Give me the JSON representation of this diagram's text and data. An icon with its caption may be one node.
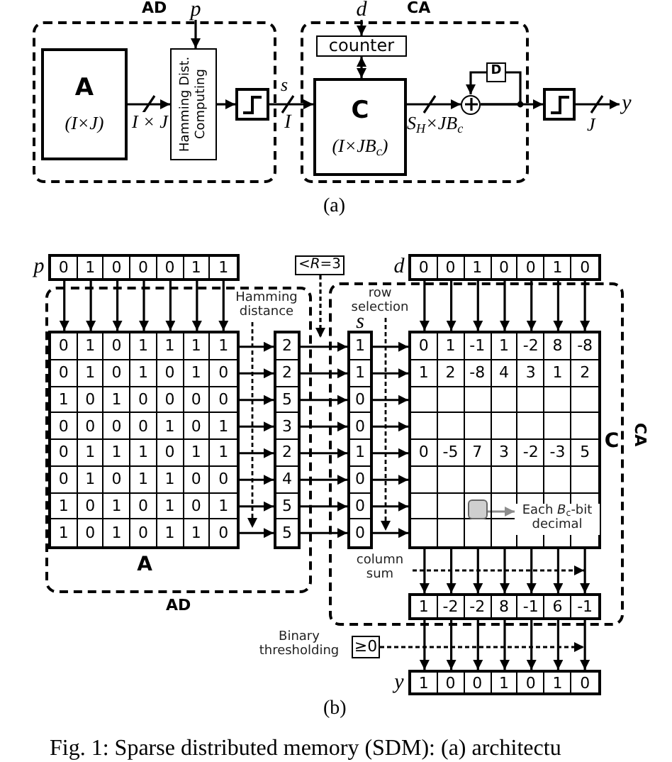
{
  "diagram": {
    "caption": "Fig. 1: Sparse distributed memory (SDM): (a) architectu",
    "nodes": [
      {
        "text": [
          "AD"
        ]
      },
      {
        "text": [
          "A",
          "(I×J)"
        ],
        "in": 0
      },
      {
        "text": [
          "Hamming Dist. Computing"
        ],
        "in": 0
      },
      {
        "text": [],
        "shape": "box",
        "in": 0
      },
      {
        "text": [
          "p"
        ]
      },
      {
        "text": [
          "CA"
        ]
      },
      {
        "text": [
          "counter"
        ],
        "in": 5
      },
      {
        "text": [
          "C",
          "(I×JB$_{c}$)"
        ],
        "in": 5
      },
      {
        "text": [],
        "shape": "circle",
        "in": 5
      },
      {
        "text": [
          "D"
        ],
        "in": 5
      },
      {
        "text": [
          "d"
        ]
      },
      {
        "text": [],
        "shape": "box"
      },
      {
        "text": [
          "y"
        ]
      },
      {
        "text": [
          "0",
          "1",
          "0",
          "0",
          "0",
          "1",
          "1"
        ],
        "beside": [
          "p"
        ]
      },
      {
        "text": [
          "<*R*=3"
        ]
      },
      {
        "text": [
          "0",
          "0",
          "1",
          "0",
          "0",
          "1",
          "0"
        ],
        "beside": [
          "d"
        ]
      },
      {
        "text": [
          "AD"
        ]
      },
      {
        "text": [
          "0",
          "1",
          "0",
          "1",
          "1",
          "1",
          "1",
          "0",
          "1",
          "0",
          "1",
          "0",
          "1",
          "0",
          "1",
          "0",
          "1",
          "0",
          "0",
          "0",
          "0",
          "0",
          "0",
          "0",
          "0",
          "1",
          "0",
          "1",
          "0",
          "1",
          "1",
          "1",
          "0",
          "1",
          "1",
          "0",
          "1",
          "0",
          "1",
          "1",
          "0",
          "0",
          "1",
          "0",
          "1",
          "0",
          "1",
          "0",
          "1",
          "1",
          "0",
          "1",
          "0",
          "1",
          "1",
          "0"
        ],
        "beside": [
          "A"
        ],
        "in": 16
      },
      {
        "text": [
          "2",
          "2",
          "5",
          "3",
          "2",
          "4",
          "5",
          "5"
        ],
        "in": 16
      },
      {
        "text": [
          "CA"
        ]
      },
      {
        "text": [
          "1",
          "1",
          "0",
          "0",
          "1",
          "0",
          "0",
          "0"
        ],
        "beside": [
          "s"
        ],
        "in": 19
      },
      {
        "text": [
          "0",
          "1",
          "-1",
          "1",
          "-2",
          "8",
          "-8",
          "1",
          "2",
          "-8",
          "4",
          "3",
          "1",
          "2",
          "0",
          "-5",
          "7",
          "3",
          "-2",
          "-3",
          "5"
        ],
        "beside": [
          "C"
        ],
        "in": 19
      },
      {
        "text": [],
        "shape": "box",
        "in": 21
      },
      {
        "text": [
          "Each *B*$_{c}$-bit decimal"
        ],
        "in": 21
      },
      {
        "text": [
          "1",
          "-2",
          "-2",
          "8",
          "-1",
          "6",
          "-1"
        ],
        "in": 19
      },
      {
        "text": [
          "Binary thresholding"
        ]
      },
      {
        "text": [
          "≥0"
        ]
      },
      {
        "text": [
          "1",
          "0",
          "0",
          "1",
          "0",
          "1",
          "0"
        ],
        "beside": [
          "y"
        ]
      }
    ],
    "edges": [
      {
        "from": 4,
        "to": 2,
        "arrow": "to"
      },
      {
        "from": 1,
        "to": 2,
        "arrow": "to",
        "label": "I × J"
      },
      {
        "from": 2,
        "to": 3,
        "arrow": "to"
      },
      {
        "from": 3,
        "to": 7,
        "arrow": "to",
        "label": "s"
      },
      {
        "from": 10,
        "to": 6,
        "arrow": "to"
      },
      {
        "from": 6,
        "to": 7,
        "arrow": "both"
      },
      {
        "from": 7,
        "to": 8,
        "arrow": "to",
        "label": "S$_{H}$×JB$_{c}$"
      },
      {
        "from": 8,
        "to": 11,
        "arrow": "to"
      },
      {
        "from": 8,
        "to": 9,
        "arrow": "none"
      },
      {
        "from": 9,
        "to": 8,
        "arrow": "to"
      },
      {
        "from": 11,
        "to": 12,
        "arrow": "to",
        "label": "J"
      },
      {
        "from": 13,
        "to": 17,
        "arrow": "to"
      },
      {
        "from": 13,
        "to": 17,
        "arrow": "to"
      },
      {
        "from": 13,
        "to": 17,
        "arrow": "to"
      },
      {
        "from": 13,
        "to": 17,
        "arrow": "to"
      },
      {
        "from": 13,
        "to": 17,
        "arrow": "to"
      },
      {
        "from": 13,
        "to": 17,
        "arrow": "to"
      },
      {
        "from": 13,
        "to": 17,
        "arrow": "to"
      },
      {
        "from": 17,
        "to": 18,
        "arrow": "to"
      },
      {
        "from": 17,
        "to": 18,
        "arrow": "to"
      },
      {
        "from": 17,
        "to": 18,
        "arrow": "to"
      },
      {
        "from": 17,
        "to": 18,
        "arrow": "to"
      },
      {
        "from": 17,
        "to": 18,
        "arrow": "to"
      },
      {
        "from": 17,
        "to": 18,
        "arrow": "to"
      },
      {
        "from": 17,
        "to": 18,
        "arrow": "to"
      },
      {
        "from": 17,
        "to": 18,
        "arrow": "to"
      },
      {
        "from": 18,
        "to": 20,
        "arrow": "to"
      },
      {
        "from": 18,
        "to": 20,
        "arrow": "to"
      },
      {
        "from": 18,
        "to": 20,
        "arrow": "to"
      },
      {
        "from": 18,
        "to": 20,
        "arrow": "to"
      },
      {
        "from": 18,
        "to": 20,
        "arrow": "to"
      },
      {
        "from": 18,
        "to": 20,
        "arrow": "to"
      },
      {
        "from": 18,
        "to": 20,
        "arrow": "to"
      },
      {
        "from": 18,
        "to": 20,
        "arrow": "to"
      },
      {
        "from": 14,
        "to": 18,
        "arrow": "to",
        "style": "dashed"
      },
      {
        "from": 20,
        "to": 21,
        "arrow": "to"
      },
      {
        "from": 20,
        "to": 21,
        "arrow": "to"
      },
      {
        "from": 20,
        "to": 21,
        "arrow": "to"
      },
      {
        "from": 20,
        "to": 21,
        "arrow": "to"
      },
      {
        "from": 20,
        "to": 21,
        "arrow": "to"
      },
      {
        "from": 20,
        "to": 21,
        "arrow": "to"
      },
      {
        "from": 20,
        "to": 21,
        "arrow": "to"
      },
      {
        "from": 20,
        "to": 21,
        "arrow": "to"
      },
      {
        "from": 15,
        "to": 21,
        "arrow": "to"
      },
      {
        "from": 15,
        "to": 21,
        "arrow": "to"
      },
      {
        "from": 15,
        "to": 21,
        "arrow": "to"
      },
      {
        "from": 15,
        "to": 21,
        "arrow": "to"
      },
      {
        "from": 15,
        "to": 21,
        "arrow": "to"
      },
      {
        "from": 15,
        "to": 21,
        "arrow": "to"
      },
      {
        "from": 15,
        "to": 21,
        "arrow": "to"
      },
      {
        "from": 22,
        "to": 23,
        "arrow": "to",
        "color": "#8c8c8c"
      },
      {
        "from": 21,
        "to": 24,
        "arrow": "to"
      },
      {
        "from": 21,
        "to": 24,
        "arrow": "to"
      },
      {
        "from": 21,
        "to": 24,
        "arrow": "to"
      },
      {
        "from": 21,
        "to": 24,
        "arrow": "to"
      },
      {
        "from": 21,
        "to": 24,
        "arrow": "to"
      },
      {
        "from": 21,
        "to": 24,
        "arrow": "to"
      },
      {
        "from": 21,
        "to": 24,
        "arrow": "to"
      },
      {
        "from": 26,
        "to": 27,
        "arrow": "to",
        "style": "dashed"
      },
      {
        "from": 24,
        "to": 27,
        "arrow": "to"
      },
      {
        "from": 24,
        "to": 27,
        "arrow": "to"
      },
      {
        "from": 24,
        "to": 27,
        "arrow": "to"
      },
      {
        "from": 24,
        "to": 27,
        "arrow": "to"
      },
      {
        "from": 24,
        "to": 27,
        "arrow": "to"
      },
      {
        "from": 24,
        "to": 27,
        "arrow": "to"
      },
      {
        "from": 24,
        "to": 27,
        "arrow": "to"
      }
    ],
    "labels": [
      "I",
      "(a)",
      "Hamming distance",
      "row selection",
      "column sum",
      "(b)"
    ]
  }
}
